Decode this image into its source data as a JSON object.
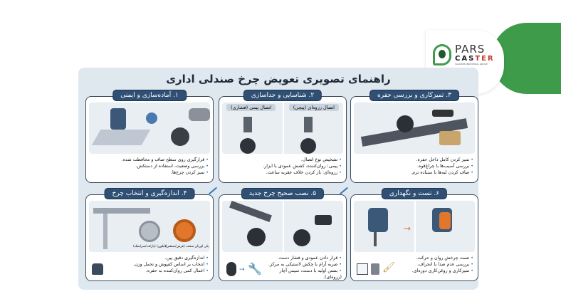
{
  "brand": {
    "line1": "PARS",
    "line2a": "CAS",
    "line2b": "TER",
    "tagline": "VALIDKEN INDUSTRIAL GROUP",
    "accent": "#3e9b4a"
  },
  "title": "راهنمای تصویری تعویض چرخ صندلی اداری",
  "panels": [
    {
      "title": "۱. آماده‌سازی و ایمنی",
      "bullets": [
        "قرارگیری روی سطح صاف و محافظت شده.",
        "بررسی وضعیت، استفاده از دستکش.",
        "تمیز کردن چرخ‌ها."
      ]
    },
    {
      "title": "۲. شناسایی و جداسازی",
      "sub": [
        "اتصال رزوه‌ای (پیچی)",
        "اتصال پیمی (فشاری)"
      ],
      "bullets": [
        "تشخیص نوع اتصال.",
        "پیمی: روان‌کننده، کشش عمودی با ابزار.",
        "رزوه‌ای: باز کردن خلاف عقربه ساعت."
      ]
    },
    {
      "title": "۳. تمیزکاری و بررسی حفره",
      "bullets": [
        "تمیز کردن کامل داخل حفره.",
        "بررسی آسیب‌ها با چراغ‌قوه.",
        "صاف کردن لبه‌ها با سنباده نرم."
      ]
    },
    {
      "title": "۴. اندازه‌گیری و انتخاب چرخ",
      "labels": [
        "پلی اورتان سخت (فرش/صنعتی)",
        "(نایلون) (پارکت/سرامیک)"
      ],
      "bullets": [
        "اندازه‌گیری دقیق پین.",
        "انتخاب بر اساس کفپوش و تحمل وزن.",
        "اعمال کمی روان‌کننده به حفره."
      ]
    },
    {
      "title": "۵. نصب صحیح چرخ جدید",
      "bullets": [
        "قرار دادن عمودی و فشار دست.",
        "ضربه آرام با چکش لاستیکی به مرکز.",
        "بستن اولیه با دست، سپس آچار (رزوه‌ای)."
      ]
    },
    {
      "title": "۶. تست و نگهداری",
      "bullets": [
        "تست چرخش روان و حرکت.",
        "بررسی عدم صدا یا انحراف.",
        "تمیزکاری و روغن‌کاری دوره‌ای."
      ]
    }
  ]
}
